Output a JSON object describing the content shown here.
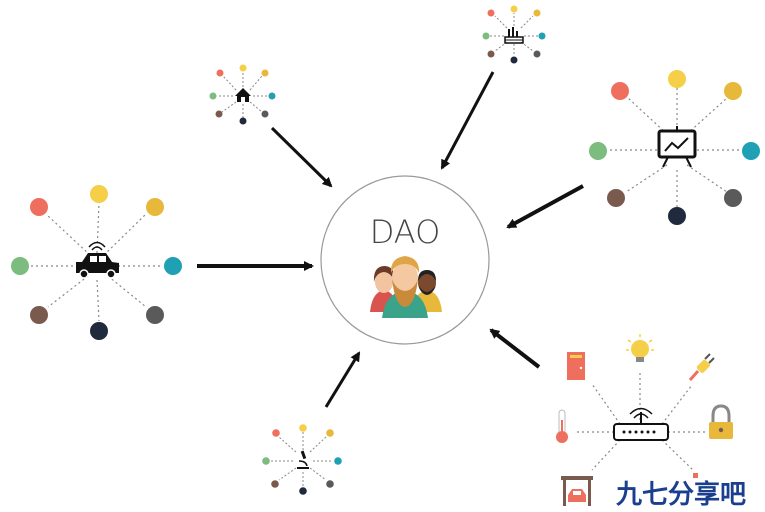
{
  "center": {
    "label": "DAO"
  },
  "watermark": {
    "text": "九七分享吧"
  },
  "colors": {
    "red": "#ef6f5e",
    "yellow": "#f5cf47",
    "gold": "#e8b83a",
    "teal": "#1fa0b5",
    "gray": "#5a5a5a",
    "navy": "#1f2a3d",
    "brown": "#7b5a4e",
    "green": "#7cbc7e",
    "arrow": "#111111",
    "circle": "#999999",
    "watermark": "#1a3f8f"
  },
  "clusters": [
    {
      "id": "car",
      "icon": "connected-car-icon"
    },
    {
      "id": "home",
      "icon": "house-icon"
    },
    {
      "id": "factory",
      "icon": "factory-icon"
    },
    {
      "id": "presentation",
      "icon": "presentation-board-icon"
    },
    {
      "id": "lab",
      "icon": "microscope-icon"
    },
    {
      "id": "iot",
      "icon": "router-icon"
    }
  ],
  "people": [
    "person-woman",
    "person-bearded-man",
    "person-dark-man"
  ]
}
